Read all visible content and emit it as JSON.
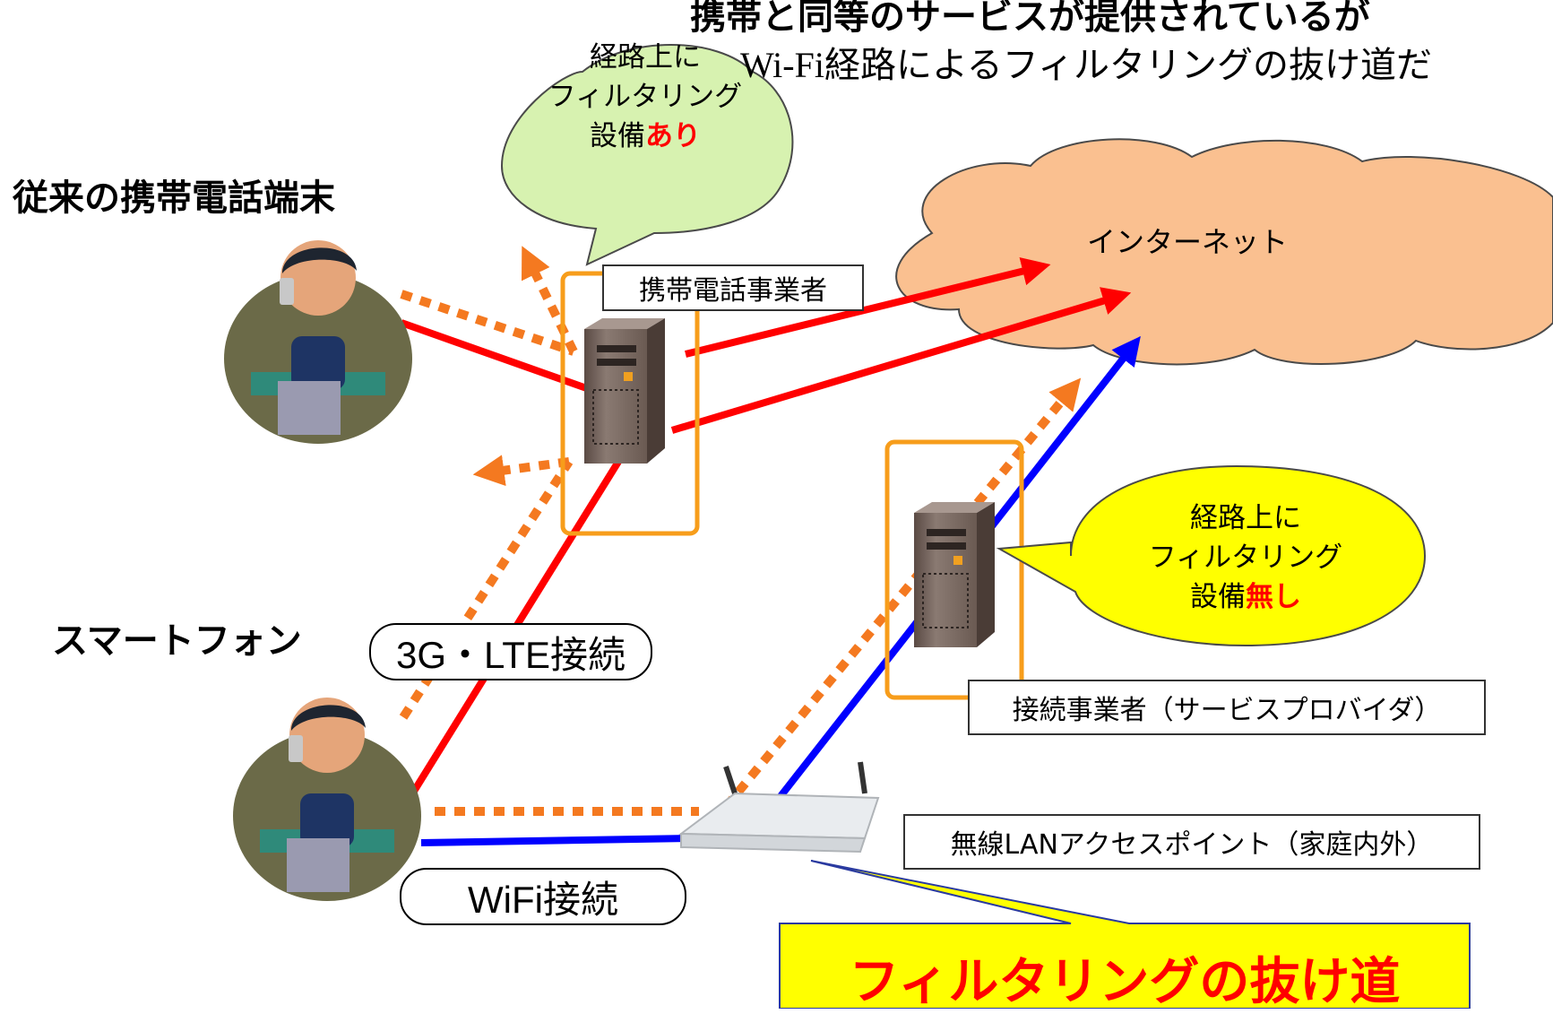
{
  "title": {
    "line1": "携帯と同等のサービスが提供されているが",
    "line2": "Wi-Fi経路によるフィルタリングの抜け道だ"
  },
  "labels": {
    "legacy_phone": "従来の携帯電話端末",
    "smartphone": "スマートフォン",
    "internet": "インターネット",
    "mobile_carrier": "携帯電話事業者",
    "isp": "接続事業者（サービスプロバイダ）",
    "wlan_ap": "無線LANアクセスポイント（家庭内外）",
    "conn_3g": "3G・LTE接続",
    "conn_wifi": "WiFi接続",
    "loophole": "フィルタリングの抜け道"
  },
  "bubbles": {
    "with_filter": {
      "line1": "経路上に",
      "line2": "フィルタリング",
      "line3_prefix": "設備",
      "line3_highlight": "あり"
    },
    "no_filter": {
      "line1": "経路上に",
      "line2": "フィルタリング",
      "line3_prefix": "設備",
      "line3_highlight": "無し"
    }
  },
  "colors": {
    "carrier_path": "#ff0000",
    "wifi_path": "#0000ff",
    "blocked_path": "#f47920",
    "cloud": "#fac090",
    "bubble_green": "#d7f2b0",
    "bubble_yellow": "#ffff00",
    "server_frame": "#f79d1b"
  },
  "icons": [
    "person-phone-icon",
    "server-icon",
    "router-icon",
    "cloud-shape"
  ]
}
